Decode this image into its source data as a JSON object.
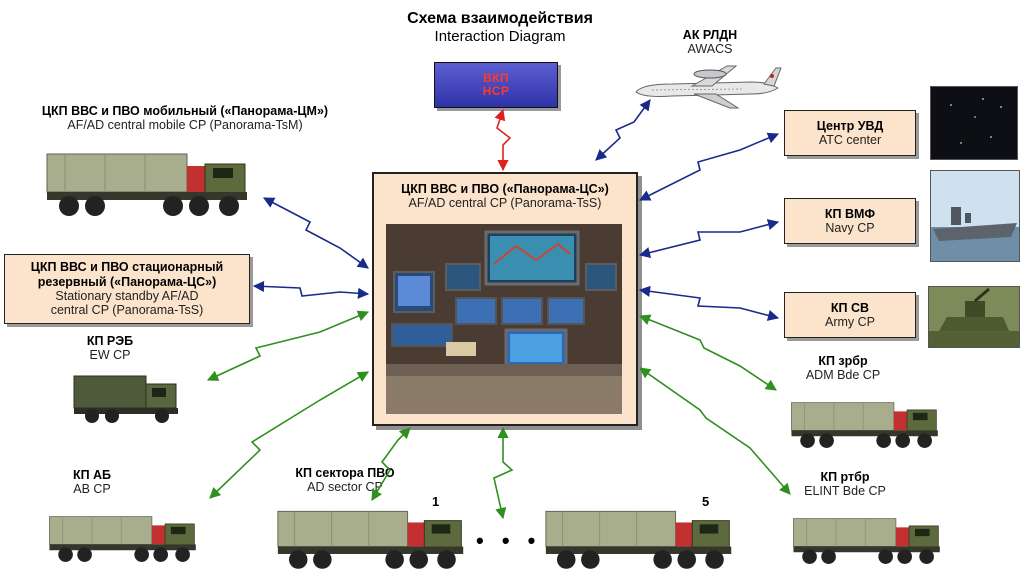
{
  "title": {
    "ru": "Схема взаимодействия",
    "en": "Interaction Diagram"
  },
  "vkp": {
    "line1": "ВКП",
    "line2": "НСР"
  },
  "awacs": {
    "ru": "АК РЛДН",
    "en": "AWACS"
  },
  "center": {
    "ru": "ЦКП ВВС и ПВО («Панорама-ЦС»)",
    "en": "AF/AD central CP (Panorama-TsS)"
  },
  "mobile_cp": {
    "ru": "ЦКП ВВС и ПВО мобильный («Панорама-ЦМ»)",
    "en": "AF/AD central mobile CP (Panorama-TsM)"
  },
  "standby_cp": {
    "ru1": "ЦКП ВВС и ПВО стационарный",
    "ru2": "резервный («Панорама-ЦС»)",
    "en1": "Stationary standby AF/AD",
    "en2": "central CP (Panorama-TsS)"
  },
  "ew_cp": {
    "ru": "КП РЭБ",
    "en": "EW CP"
  },
  "ab_cp": {
    "ru": "КП АБ",
    "en": "AB CP"
  },
  "sector_cp": {
    "ru": "КП сектора ПВО",
    "en": "AD sector CP",
    "num_first": "1",
    "num_last": "5",
    "ellipsis": "• • •"
  },
  "atc": {
    "ru": "Центр УВД",
    "en": "ATC center"
  },
  "navy": {
    "ru": "КП ВМФ",
    "en": "Navy CP"
  },
  "army": {
    "ru": "КП СВ",
    "en": "Army CP"
  },
  "adm": {
    "ru": "КП зрбр",
    "en": "ADM Bde CP"
  },
  "elint": {
    "ru": "КП ртбр",
    "en": "ELINT Bde CP"
  },
  "colors": {
    "blue_link": "#1a2a8c",
    "green_link": "#2f8f1f",
    "red_link": "#e02020",
    "box_fill": "#fbe3cc",
    "truck_body": "#a8ad8e"
  },
  "icons": [
    "truck-icon",
    "aircraft-icon",
    "ship-photo",
    "tank-photo",
    "radar-screen-photo",
    "control-room-photo"
  ]
}
